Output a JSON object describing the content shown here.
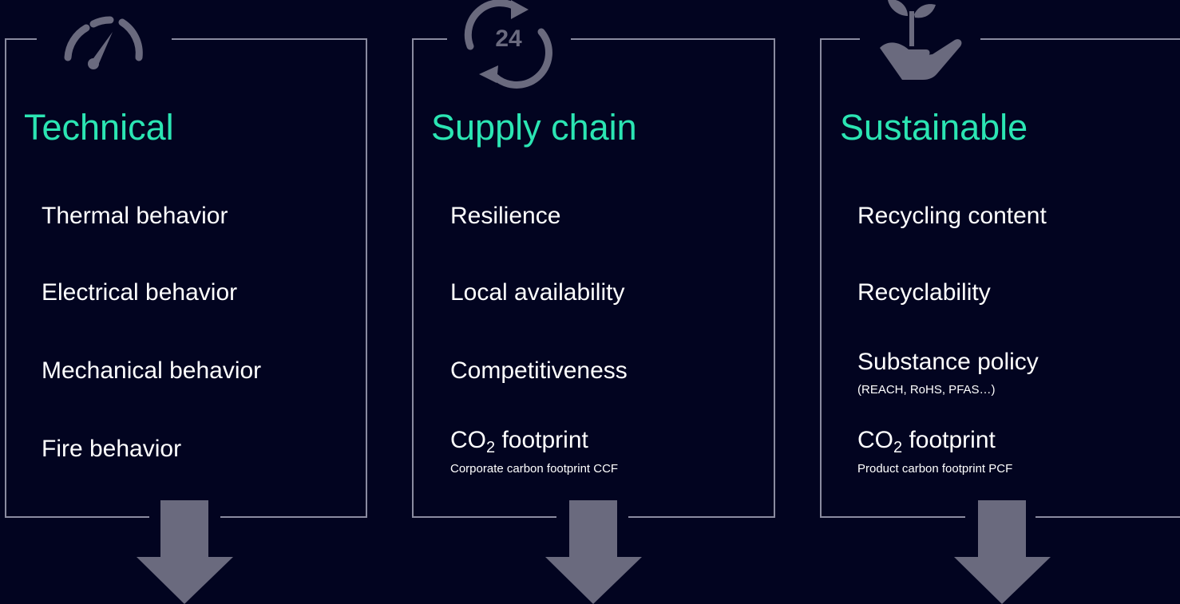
{
  "colors": {
    "background": "#020420",
    "accent": "#2be5b3",
    "frame": "#8a8ba0",
    "icon": "#6a6a7e",
    "text": "#ffffff"
  },
  "panels": [
    {
      "icon": "speedometer-icon",
      "title": "Technical",
      "items": [
        {
          "label": "Thermal behavior"
        },
        {
          "label": "Electrical behavior"
        },
        {
          "label": "Mechanical behavior"
        },
        {
          "label": "Fire behavior"
        }
      ]
    },
    {
      "icon": "24-hour-cycle-icon",
      "title": "Supply chain",
      "icon_text": "24",
      "items": [
        {
          "label": "Resilience"
        },
        {
          "label": "Local availability"
        },
        {
          "label": "Competitiveness"
        },
        {
          "label_prefix": "CO",
          "label_sub": "2",
          "label_suffix": " footprint",
          "note": "Corporate carbon footprint CCF"
        }
      ]
    },
    {
      "icon": "plant-in-hand-icon",
      "title": "Sustainable",
      "items": [
        {
          "label": "Recycling content"
        },
        {
          "label": "Recyclability"
        },
        {
          "label": "Substance policy",
          "note": "(REACH, RoHS, PFAS…)"
        },
        {
          "label_prefix": "CO",
          "label_sub": "2",
          "label_suffix": " footprint",
          "note": "Product carbon footprint PCF"
        }
      ]
    }
  ]
}
